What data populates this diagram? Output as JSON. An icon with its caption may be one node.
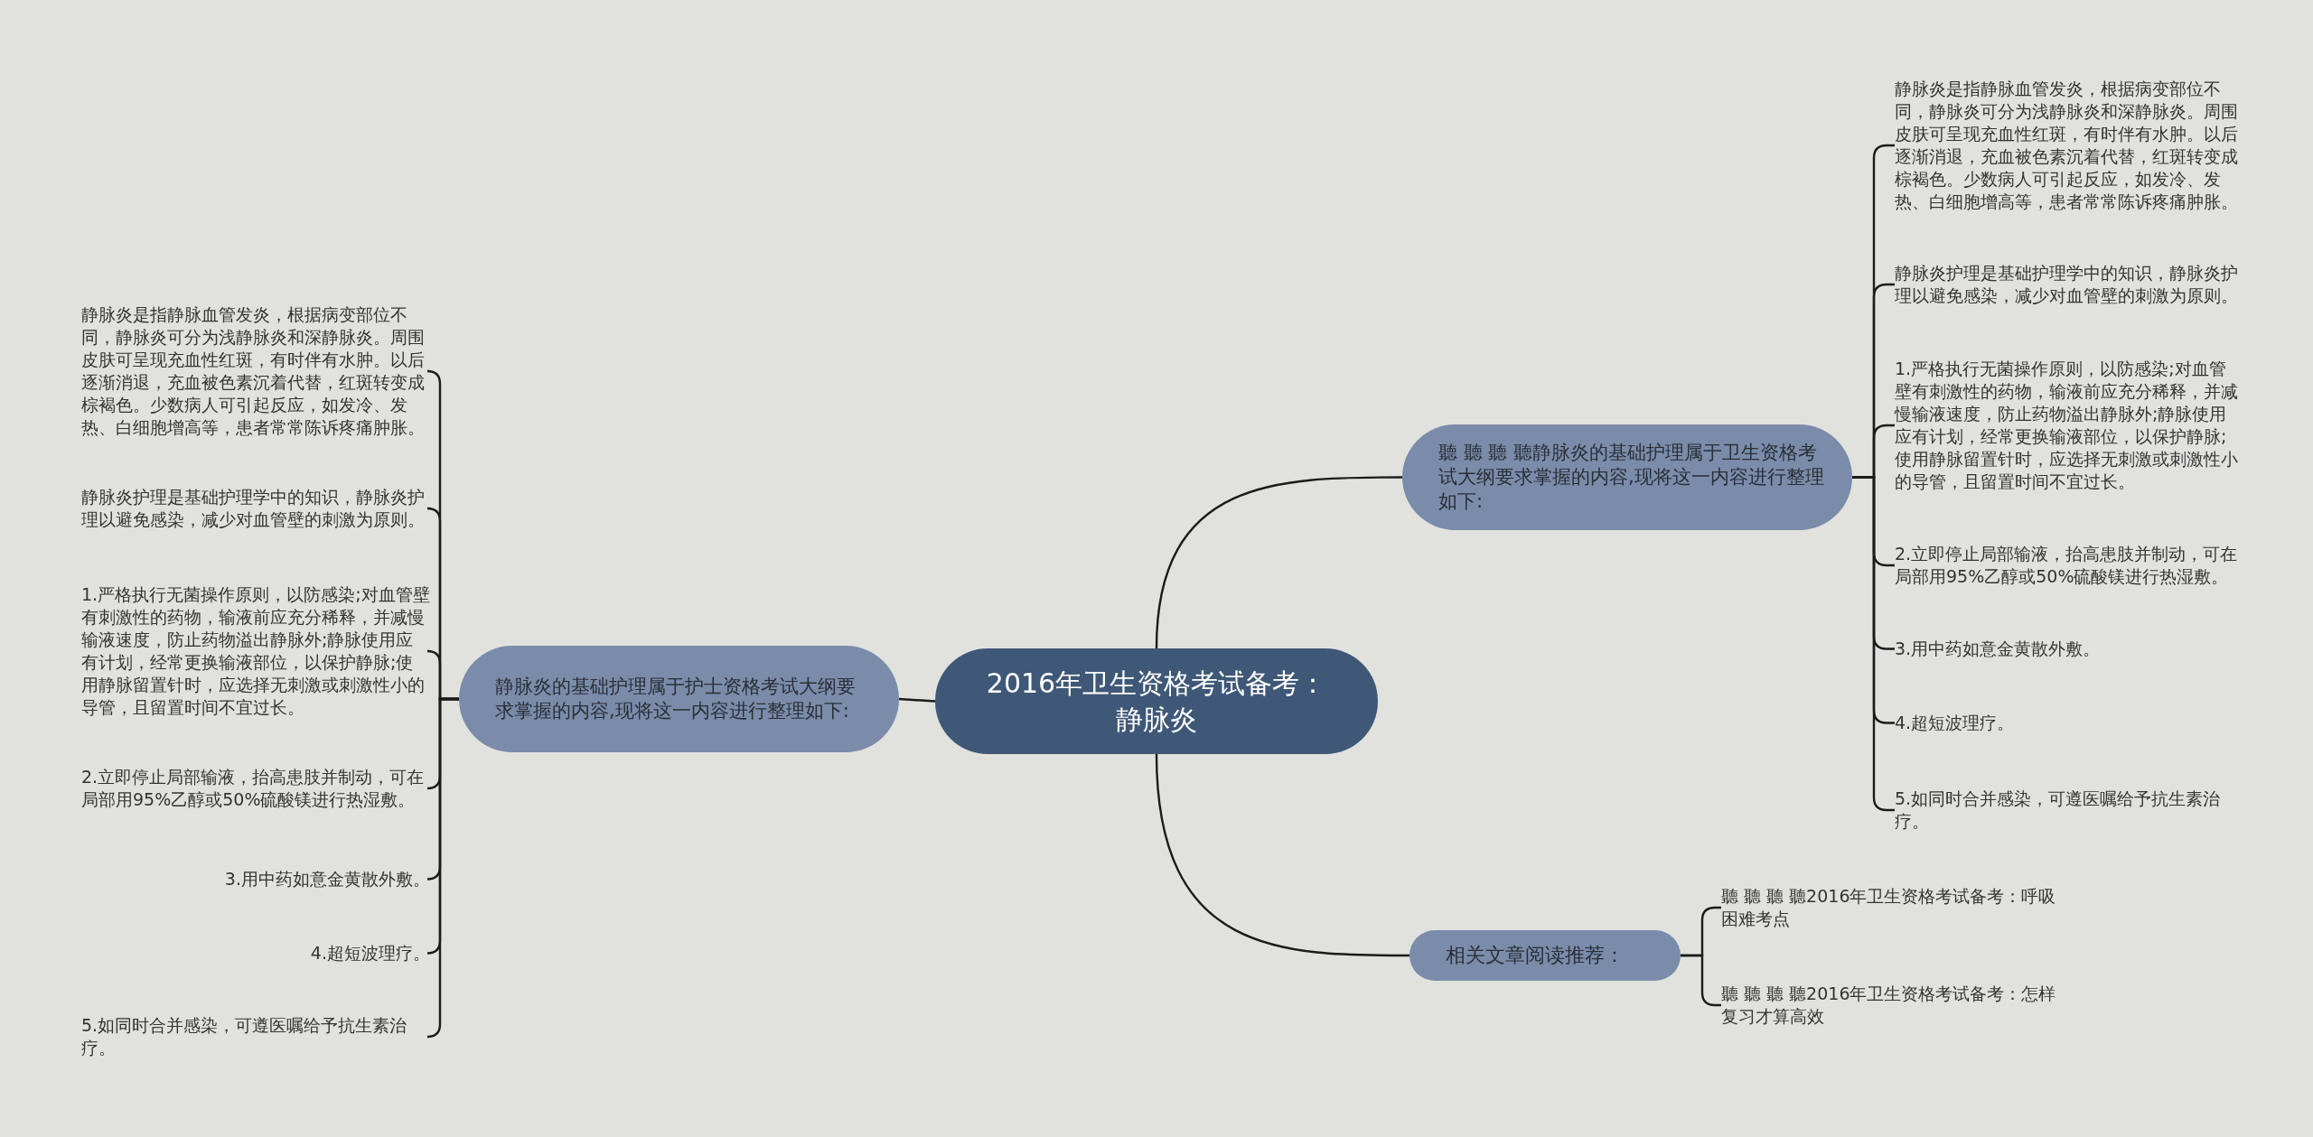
{
  "diagram": {
    "nodes": [
      {
        "text": [
          "2016年卫生资格考试备考：静脉炎"
        ]
      },
      {
        "text": [
          "聽 聽 聽 聽静脉炎的基础护理属于卫生资格考试大纲要求掌握的内容,现将这一内容进行整理如下:"
        ]
      },
      {
        "text": [
          "静脉炎是指静脉血管发炎，根据病变部位不同，静脉炎可分为浅静脉炎和深静脉炎。周围皮肤可呈现充血性红斑，有时伴有水肿。以后逐渐消退，充血被色素沉着代替，红斑转变成棕褐色。少数病人可引起反应，如发冷、发热、白细胞增高等，患者常常陈诉疼痛肿胀。"
        ]
      },
      {
        "text": [
          "静脉炎护理是基础护理学中的知识，静脉炎护理以避免感染，减少对血管壁的刺激为原则。"
        ]
      },
      {
        "text": [
          "1.严格执行无菌操作原则，以防感染;对血管壁有刺激性的药物，输液前应充分稀释，并减慢输液速度，防止药物溢出静脉外;静脉使用应有计划，经常更换输液部位，以保护静脉;使用静脉留置针时，应选择无刺激或刺激性小的导管，且留置时间不宜过长。"
        ]
      },
      {
        "text": [
          "2.立即停止局部输液，抬高患肢并制动，可在局部用95%乙醇或50%硫酸镁进行热湿敷。"
        ]
      },
      {
        "text": [
          "3.用中药如意金黄散外敷。"
        ]
      },
      {
        "text": [
          "4.超短波理疗。"
        ]
      },
      {
        "text": [
          "5.如同时合并感染，可遵医嘱给予抗生素治疗。"
        ]
      },
      {
        "text": [
          "静脉炎的基础护理属于护士资格考试大纲要求掌握的内容,现将这一内容进行整理如下:"
        ]
      },
      {
        "text": [
          "静脉炎是指静脉血管发炎，根据病变部位不同，静脉炎可分为浅静脉炎和深静脉炎。周围皮肤可呈现充血性红斑，有时伴有水肿。以后逐渐消退，充血被色素沉着代替，红斑转变成棕褐色。少数病人可引起反应，如发冷、发热、白细胞增高等，患者常常陈诉疼痛肿胀。"
        ]
      },
      {
        "text": [
          "静脉炎护理是基础护理学中的知识，静脉炎护理以避免感染，减少对血管壁的刺激为原则。"
        ]
      },
      {
        "text": [
          "1.严格执行无菌操作原则，以防感染;对血管壁有刺激性的药物，输液前应充分稀释，并减慢输液速度，防止药物溢出静脉外;静脉使用应有计划，经常更换输液部位，以保护静脉;使用静脉留置针时，应选择无刺激或刺激性小的导管，且留置时间不宜过长。"
        ]
      },
      {
        "text": [
          "2.立即停止局部输液，抬高患肢并制动，可在局部用95%乙醇或50%硫酸镁进行热湿敷。"
        ]
      },
      {
        "text": [
          "3.用中药如意金黄散外敷。"
        ]
      },
      {
        "text": [
          "4.超短波理疗。"
        ]
      },
      {
        "text": [
          "5.如同时合并感染，可遵医嘱给予抗生素治疗。"
        ]
      },
      {
        "text": [
          "相关文章阅读推荐："
        ]
      },
      {
        "text": [
          "聽 聽 聽 聽2016年卫生资格考试备考：呼吸困难考点"
        ]
      },
      {
        "text": [
          "聽 聽 聽 聽2016年卫生资格考试备考：怎样复习才算高效"
        ]
      }
    ],
    "edges": [
      {
        "from": 0,
        "to": 1,
        "arrow": "none"
      },
      {
        "from": 1,
        "to": 2,
        "arrow": "none"
      },
      {
        "from": 1,
        "to": 3,
        "arrow": "none"
      },
      {
        "from": 1,
        "to": 4,
        "arrow": "none"
      },
      {
        "from": 1,
        "to": 5,
        "arrow": "none"
      },
      {
        "from": 1,
        "to": 6,
        "arrow": "none"
      },
      {
        "from": 1,
        "to": 7,
        "arrow": "none"
      },
      {
        "from": 1,
        "to": 8,
        "arrow": "none"
      },
      {
        "from": 0,
        "to": 9,
        "arrow": "none"
      },
      {
        "from": 9,
        "to": 10,
        "arrow": "none"
      },
      {
        "from": 9,
        "to": 11,
        "arrow": "none"
      },
      {
        "from": 9,
        "to": 12,
        "arrow": "none"
      },
      {
        "from": 9,
        "to": 13,
        "arrow": "none"
      },
      {
        "from": 9,
        "to": 14,
        "arrow": "none"
      },
      {
        "from": 9,
        "to": 15,
        "arrow": "none"
      },
      {
        "from": 9,
        "to": 16,
        "arrow": "none"
      },
      {
        "from": 0,
        "to": 17,
        "arrow": "none"
      },
      {
        "from": 17,
        "to": 18,
        "arrow": "none"
      },
      {
        "from": 17,
        "to": 19,
        "arrow": "none"
      }
    ]
  }
}
